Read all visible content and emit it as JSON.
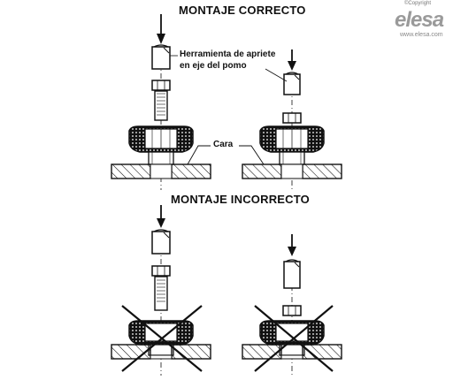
{
  "titles": {
    "correct": "MONTAJE CORRECTO",
    "incorrect": "MONTAJE INCORRECTO"
  },
  "labels": {
    "tool_line1": "Herramienta de apriete",
    "tool_line2": "en eje del pomo",
    "face": "Cara"
  },
  "brand": {
    "copyright": "©Copyright",
    "logo": "elesa",
    "url": "www.elesa.com"
  },
  "colors": {
    "line": "#111111",
    "knob_fill": "#111111",
    "hatch": "#111111"
  }
}
